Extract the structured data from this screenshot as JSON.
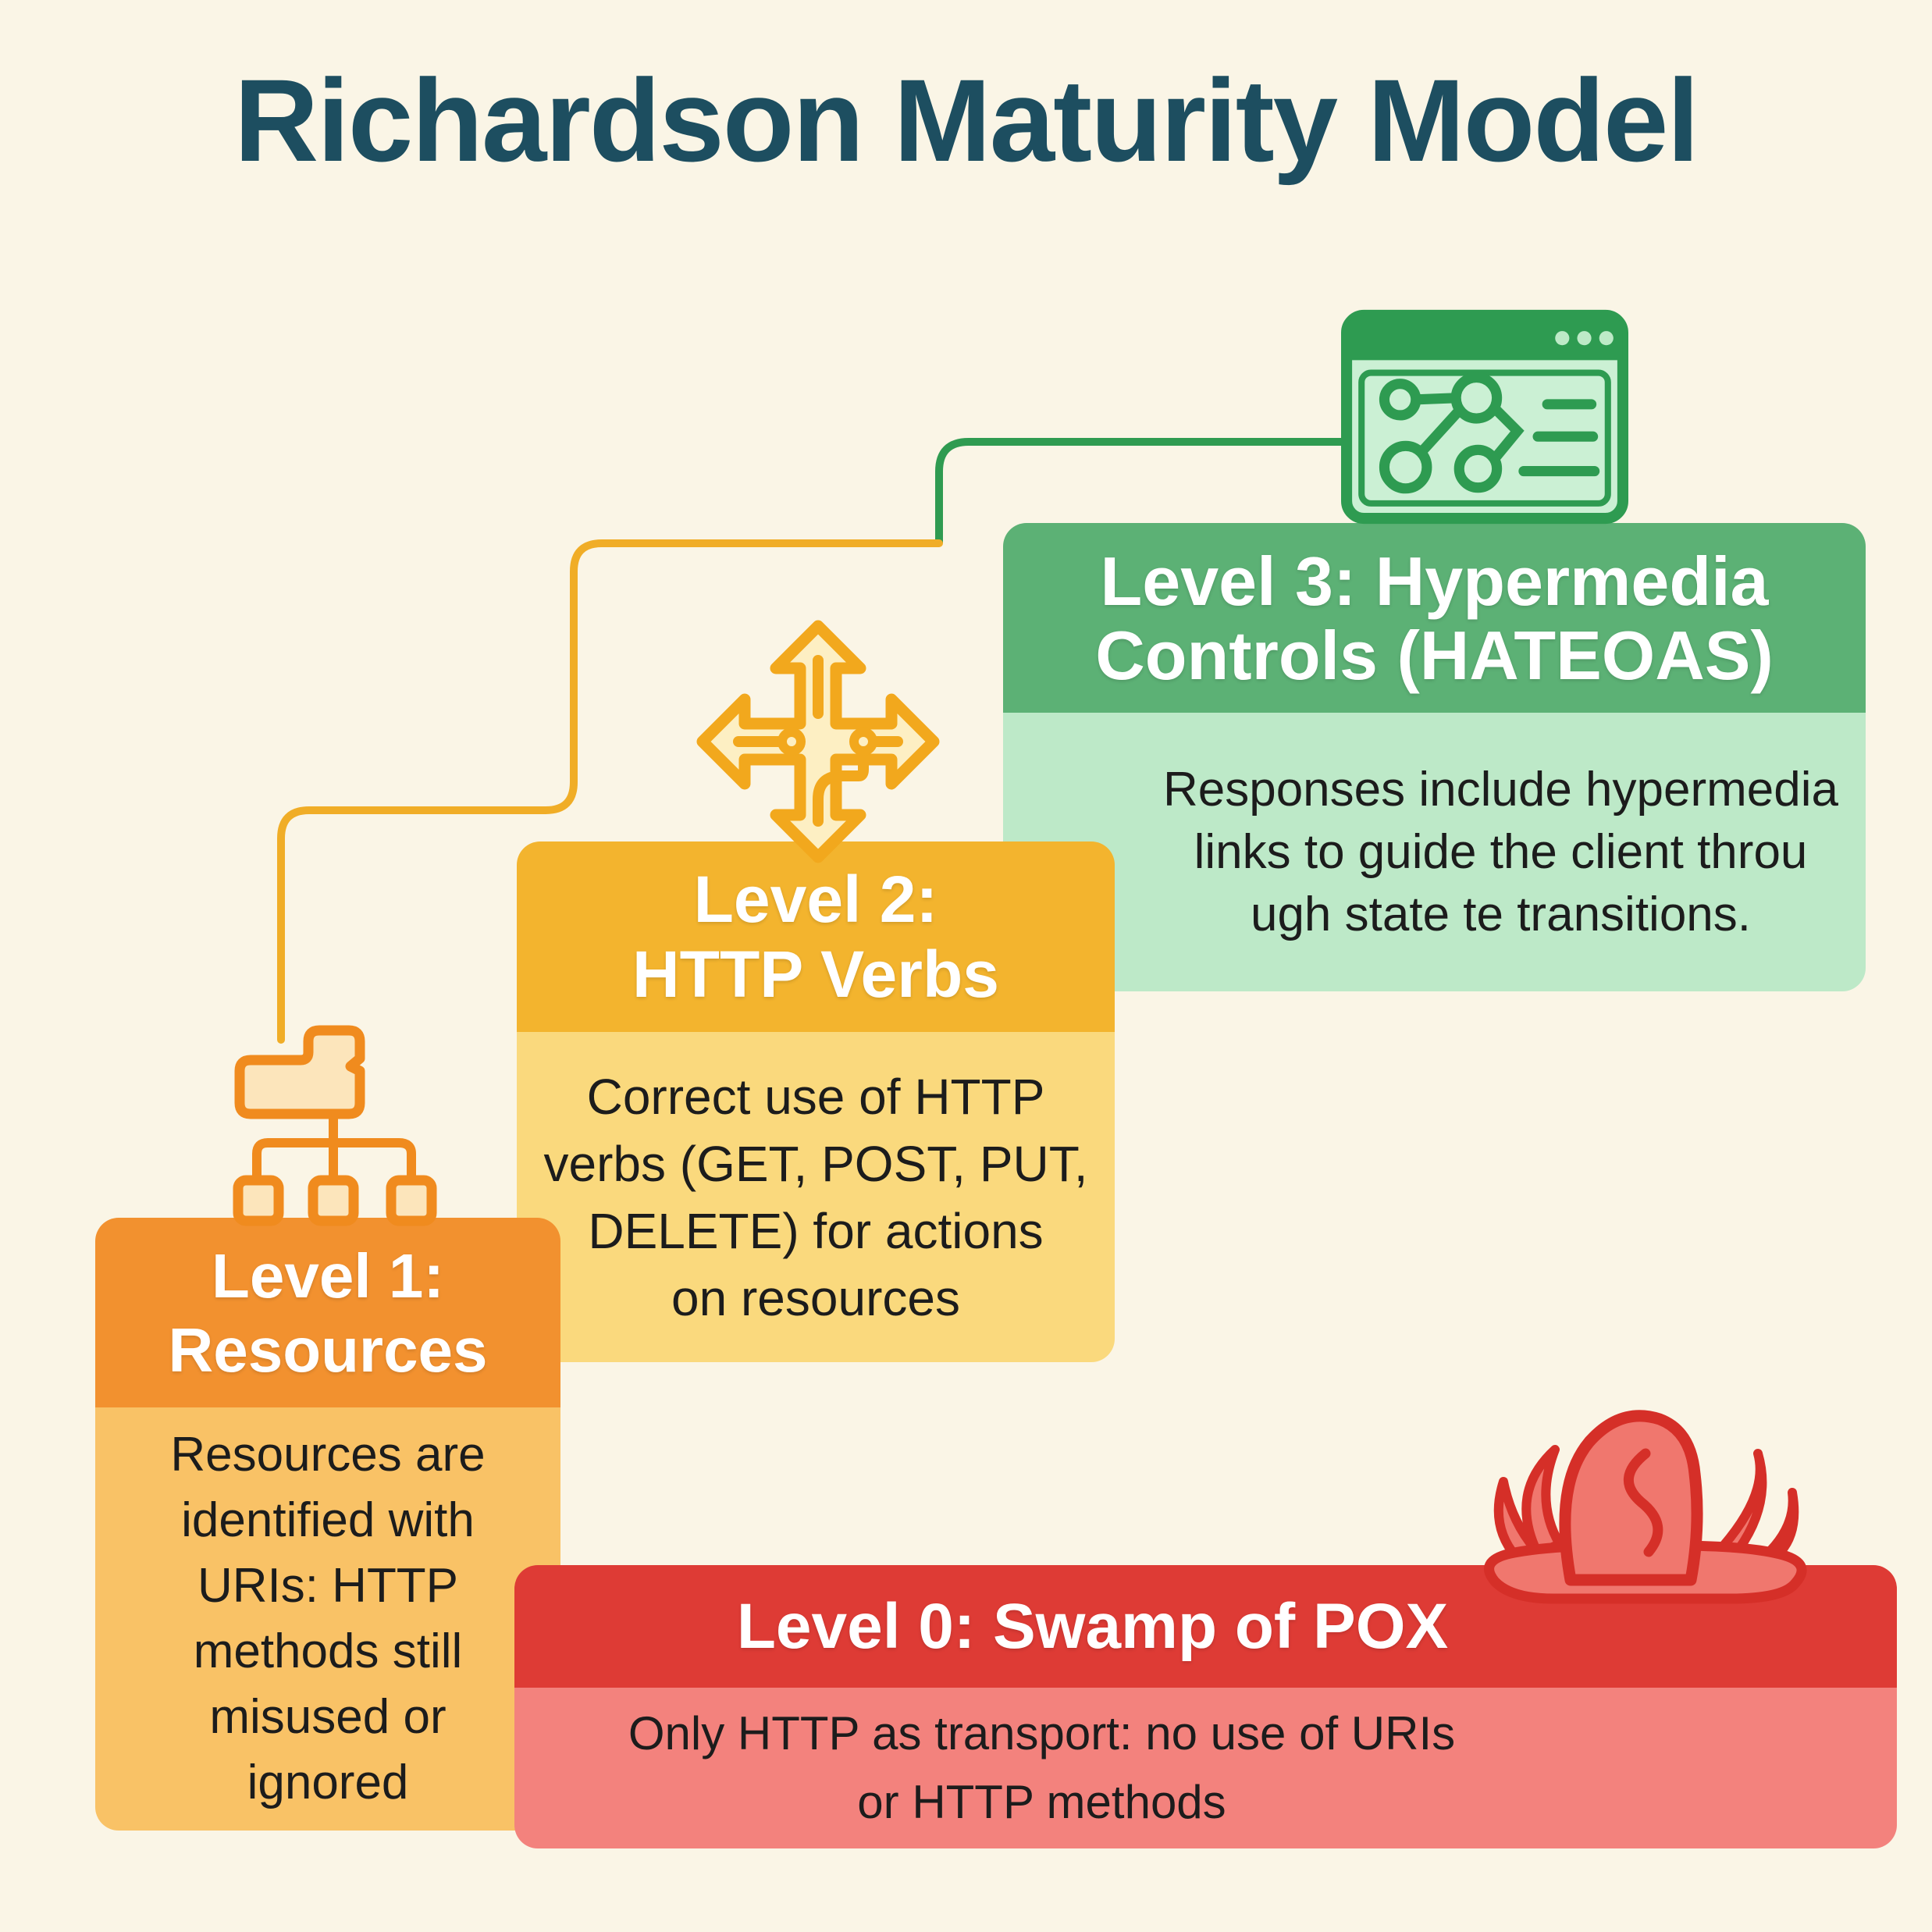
{
  "title": "Richardson Maturity Model",
  "title_color": "#1d4e60",
  "background": "#faf5e6",
  "connector_colors": {
    "green": "#2f9b51",
    "yellow": "#f0ad27"
  },
  "levels": [
    {
      "name": "Level 3",
      "icon": "browser-network-icon",
      "header_lines": [
        "Level 3: Hypermedia",
        "Controls (HATEOAS)"
      ],
      "body_lines": [
        "Responses include hypermedia",
        "links to guide the client throu",
        "ugh state te transitions."
      ],
      "colors": {
        "header": "#5cb175",
        "body": "#bde9c8",
        "accent": "#2f9b51"
      }
    },
    {
      "name": "Level 2",
      "icon": "move-arrows-icon",
      "header_lines": [
        "Level 2:",
        "HTTP Verbs"
      ],
      "body_lines": [
        "Correct use of HTTP",
        "verbs (GET, POST, PUT,",
        "DELETE) for actions",
        "on resources"
      ],
      "colors": {
        "header": "#f3b42e",
        "body": "#fad97d",
        "accent": "#f2a81d"
      }
    },
    {
      "name": "Level 1",
      "icon": "sitemap-icon",
      "header_lines": [
        "Level 1:",
        "Resources"
      ],
      "body_lines": [
        "Resources are",
        "identified with",
        "URIs: HTTP",
        "methods still",
        "misused or",
        "ignored"
      ],
      "colors": {
        "header": "#f2912f",
        "body": "#f9c266",
        "accent": "#f08b1e"
      }
    },
    {
      "name": "Level 0",
      "icon": "swamp-icon",
      "header_lines": [
        "Level 0: Swamp of POX"
      ],
      "body_lines": [
        "Only HTTP as transport: no use of URIs",
        "or HTTP methods"
      ],
      "colors": {
        "header": "#de3b35",
        "body": "#f3827d",
        "accent": "#d52f28"
      }
    }
  ]
}
